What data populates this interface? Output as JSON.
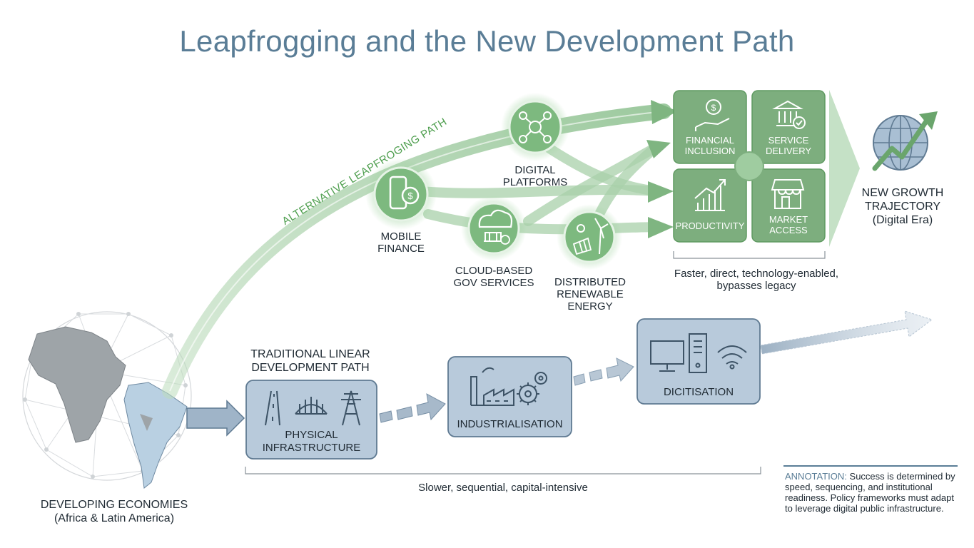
{
  "title": "Leapfrogging and the New Development Path",
  "origin": {
    "label_line1": "DEVELOPING ECONOMIES",
    "label_line2": "(Africa & Latin America)"
  },
  "leapfrog": {
    "path_label": "ALTERNATIVE LEAPFROGING PATH",
    "nodes": [
      {
        "label_line1": "MOBILE",
        "label_line2": "FINANCE",
        "icon": "mobile-dollar-icon"
      },
      {
        "label_line1": "DIGITAL",
        "label_line2": "PLATFORMS",
        "icon": "network-people-icon"
      },
      {
        "label_line1": "CLOUD-BASED",
        "label_line2": "GOV SERVICES",
        "icon": "cloud-government-icon"
      },
      {
        "label_line1": "DISTRIBUTED",
        "label_line2": "RENEWABLE",
        "label_line3": "ENERGY",
        "icon": "solar-wind-icon"
      }
    ],
    "outcomes": [
      {
        "label_line1": "FINANCIAL",
        "label_line2": "INCLUSION",
        "icon": "hand-coin-icon"
      },
      {
        "label_line1": "SERVICE",
        "label_line2": "DELIVERY",
        "icon": "bank-check-icon"
      },
      {
        "label_line1": "PRODUCTIVITY",
        "icon": "growth-chart-icon"
      },
      {
        "label_line1": "MARKET",
        "label_line2": "ACCESS",
        "icon": "storefront-icon"
      }
    ],
    "caption_line1": "Faster, direct, technology-enabled,",
    "caption_line2": "bypasses legacy"
  },
  "destination": {
    "label_line1": "NEW GROWTH",
    "label_line2": "TRAJECTORY",
    "label_line3": "(Digital Era)",
    "icon": "globe-growth-icon"
  },
  "traditional": {
    "path_label_line1": "TRADITIONAL LINEAR",
    "path_label_line2": "DEVELOPMENT PATH",
    "stages": [
      {
        "label_line1": "PHYSICAL",
        "label_line2": "INFRASTRUCTURE",
        "icon": "road-bridge-pylon-icon"
      },
      {
        "label_line1": "INDUSTRIALISATION",
        "icon": "factory-gear-icon"
      },
      {
        "label_line1": "DICITISATION",
        "icon": "computer-wifi-icon"
      }
    ],
    "caption": "Slower, sequential, capital-intensive"
  },
  "annotation": {
    "key": "ANNOTATION:",
    "text": "Success is determined by speed, sequencing, and institutional readiness. Policy frameworks must adapt to leverage digital public infrastructure."
  },
  "colors": {
    "title": "#5a7d96",
    "leapfrog_green": "#6aa56c",
    "tile_green": "#7dae7e",
    "traditional_box": "#b8cadb",
    "traditional_border": "#5f7a92"
  }
}
